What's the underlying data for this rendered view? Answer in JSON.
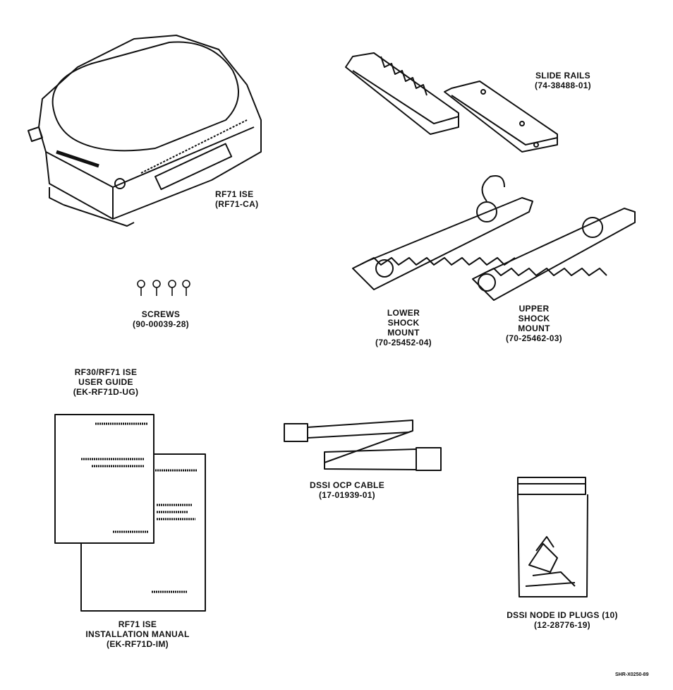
{
  "items": {
    "drive": {
      "name": "RF71 ISE",
      "part": "(RF71-CA)"
    },
    "slide_rails": {
      "name": "SLIDE RAILS",
      "part": "(74-38488-01)"
    },
    "screws": {
      "name": "SCREWS",
      "part": "(90-00039-28)"
    },
    "lower_mount": {
      "line1": "LOWER",
      "line2": "SHOCK",
      "line3": "MOUNT",
      "part": "(70-25452-04)"
    },
    "upper_mount": {
      "line1": "UPPER",
      "line2": "SHOCK",
      "line3": "MOUNT",
      "part": "(70-25462-03)"
    },
    "user_guide": {
      "line1": "RF30/RF71 ISE",
      "line2": "USER GUIDE",
      "part": "(EK-RF71D-UG)"
    },
    "install_manual": {
      "line1": "RF71 ISE",
      "line2": "INSTALLATION MANUAL",
      "part": "(EK-RF71D-IM)"
    },
    "cable": {
      "name": "DSSI OCP CABLE",
      "part": "(17-01939-01)"
    },
    "node_plugs": {
      "name": "DSSI NODE ID PLUGS (10)",
      "part": "(12-28776-19)"
    }
  },
  "figure_code": "SHR-X0250-89"
}
